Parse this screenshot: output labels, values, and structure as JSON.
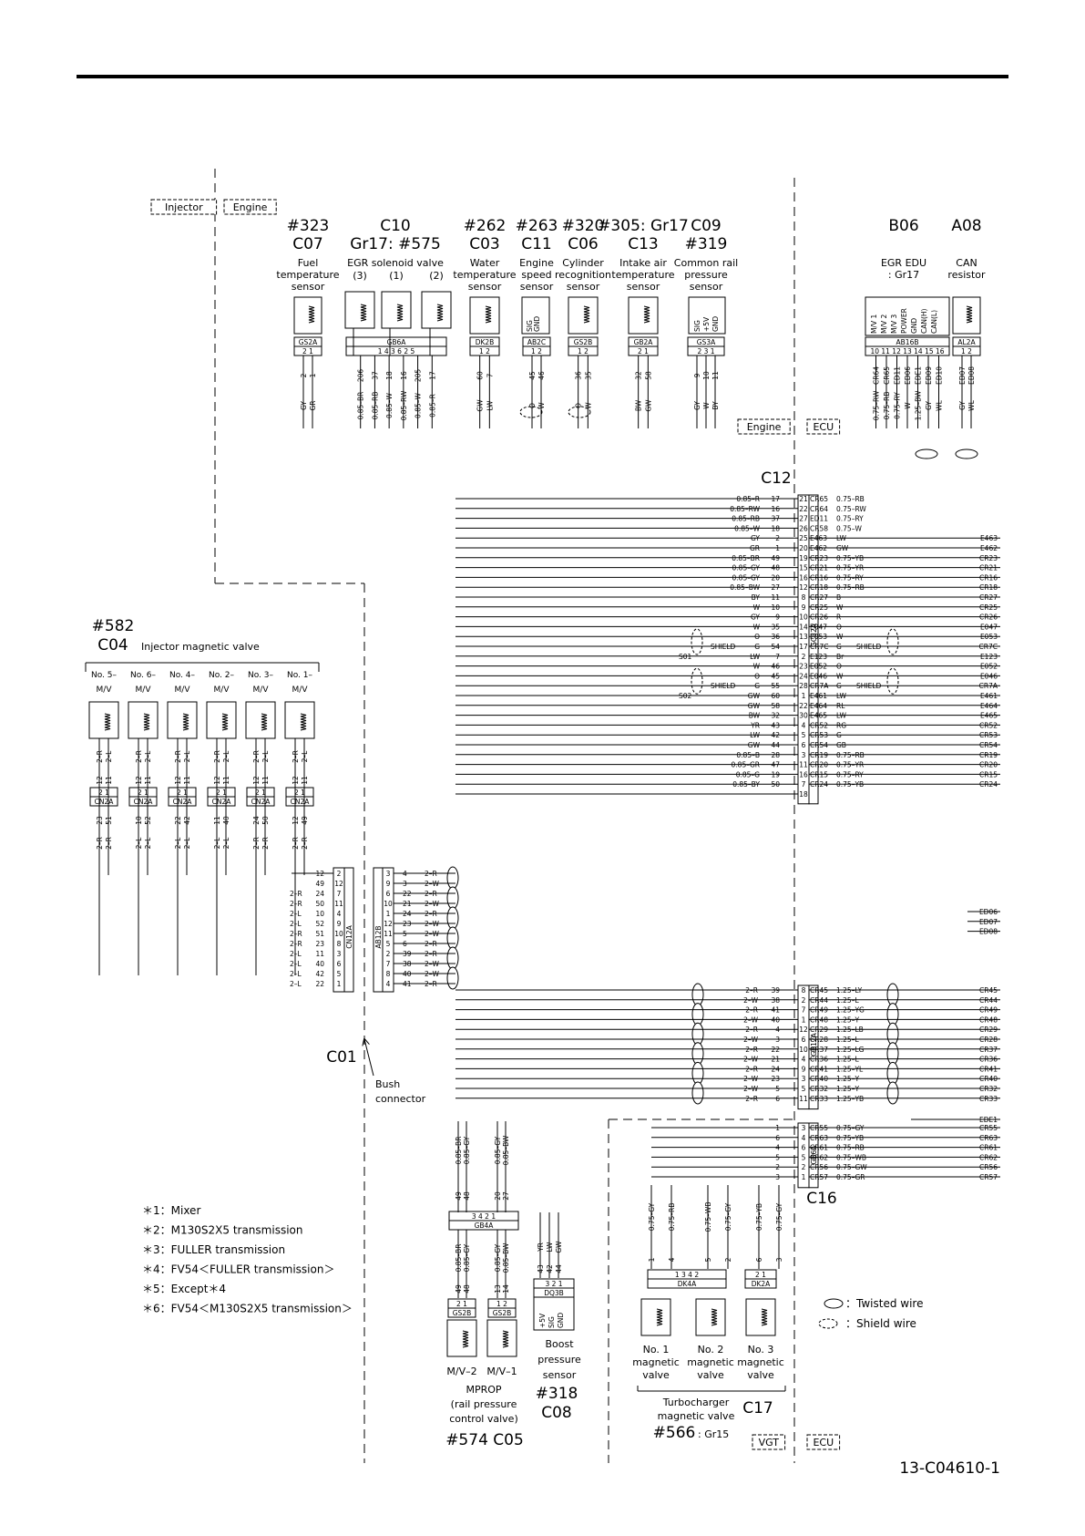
{
  "figure_id": "13-C04610-1",
  "regions": {
    "injector": "Injector",
    "engine_top": "Engine",
    "engine_mid": "Engine",
    "ecu_mid": "ECU",
    "vgt": "VGT",
    "ecu_bottom": "ECU"
  },
  "top_components": [
    {
      "num": "#323",
      "code": "C07",
      "lines": [
        "Fuel",
        "temperature",
        "sensor"
      ],
      "conn": "GS2A",
      "pins": "2  1",
      "wires": [
        "GY",
        "GR"
      ],
      "wnums": [
        "2",
        "1"
      ]
    },
    {
      "num": "C10",
      "code": "Gr17: #575",
      "lines": [
        "EGR solenoid valve"
      ],
      "conn": "GB6A",
      "pins": "1 4     3 6     2 5",
      "subs": [
        "(3)",
        "(1)",
        "(2)"
      ],
      "wires": [
        "0.85–BR",
        "0.85–RB",
        "0.85–W",
        "0.85–RW",
        "0.85–W",
        "0.85–R"
      ],
      "wnums": [
        "206",
        "37",
        "18",
        "16",
        "205",
        "17"
      ]
    },
    {
      "num": "#262",
      "code": "C03",
      "lines": [
        "Water",
        "temperature",
        "sensor"
      ],
      "conn": "DK2B",
      "pins": "1  2",
      "wires": [
        "GW",
        "LW"
      ],
      "wnums": [
        "60",
        "7"
      ]
    },
    {
      "num": "#263",
      "code": "C11",
      "lines": [
        "Engine",
        "speed",
        "sensor"
      ],
      "conn": "AB2C",
      "pins": "1  2",
      "inner": "SIG GND",
      "wires": [
        "O",
        "W"
      ],
      "wnums": [
        "45",
        "46"
      ]
    },
    {
      "num": "#320",
      "code": "C06",
      "lines": [
        "Cylinder",
        "recognition",
        "sensor"
      ],
      "conn": "GS2B",
      "pins": "1  2",
      "wires": [
        "O",
        "W"
      ],
      "wnums": [
        "36",
        "35"
      ]
    },
    {
      "num": "#305",
      "code": "C13",
      "numsuffix": ": Gr17",
      "lines": [
        "Intake air",
        "temperature",
        "sensor"
      ],
      "conn": "GB2A",
      "pins": "2  1",
      "wires": [
        "BW",
        "GW"
      ],
      "wnums": [
        "32",
        "58"
      ]
    },
    {
      "num": "C09",
      "code": "#319",
      "lines": [
        "Common rail",
        "pressure",
        "sensor"
      ],
      "conn": "GS3A",
      "pins": "2  3  1",
      "inner": "SIG +5V GND",
      "wires": [
        "GY",
        "W",
        "BY"
      ],
      "wnums": [
        "9",
        "10",
        "11"
      ]
    },
    {
      "num": "B06",
      "code": "",
      "lines": [
        "EGR EDU",
        ": Gr17"
      ],
      "conn": "AB16B",
      "pins": "10 11 12 13 14 15 16",
      "inner": "M/V 1 M/V 2 M/V 3 POWER GND CAN(H) CAN(L)",
      "wires": [
        "0.75–RW",
        "0.75–RB",
        "0.75–RY",
        "W",
        "1.25–BW",
        "GY",
        "WL"
      ],
      "wnums": [
        "CR64",
        "CR65",
        "ED11",
        "ED06",
        "EDE1",
        "ED09",
        "ED10"
      ]
    },
    {
      "num": "A08",
      "code": "",
      "lines": [
        "CAN",
        "resistor"
      ],
      "conn": "AL2A",
      "pins": "1  2",
      "wires": [
        "GY",
        "WL"
      ],
      "wnums": [
        "ED07",
        "ED08"
      ]
    }
  ],
  "c12": {
    "title": "C12",
    "connector": "GC32A",
    "left_rows": [
      [
        "0.85–R",
        "17",
        "21"
      ],
      [
        "0.85–RW",
        "16",
        "22"
      ],
      [
        "0.85–RB",
        "37",
        "27"
      ],
      [
        "0.85–W",
        "18",
        "26"
      ],
      [
        "GY",
        "2",
        "25"
      ],
      [
        "GR",
        "1",
        "20"
      ],
      [
        "0.85–BR",
        "49",
        "19"
      ],
      [
        "0.85–GY",
        "48",
        "15"
      ],
      [
        "0.85–GY",
        "20",
        "16"
      ],
      [
        "0.85–BW",
        "27",
        "12"
      ],
      [
        "BY",
        "11",
        "8"
      ],
      [
        "W",
        "10",
        "9"
      ],
      [
        "GY",
        "9",
        "10"
      ],
      [
        "W",
        "35",
        "14"
      ],
      [
        "O",
        "36",
        "13"
      ],
      [
        "G",
        "54",
        "17"
      ],
      [
        "LW",
        "7",
        "2"
      ],
      [
        "W",
        "46",
        "23"
      ],
      [
        "O",
        "45",
        "24"
      ],
      [
        "G",
        "55",
        "28"
      ],
      [
        "GW",
        "60",
        "1"
      ],
      [
        "GW",
        "58",
        "22"
      ],
      [
        "BW",
        "32",
        "30"
      ],
      [
        "YR",
        "43",
        "4"
      ],
      [
        "LW",
        "42",
        "5"
      ],
      [
        "GW",
        "44",
        "6"
      ],
      [
        "0.85–B",
        "28",
        "3"
      ],
      [
        "0.85–GR",
        "47",
        "11"
      ],
      [
        "0.85–G",
        "19",
        "16"
      ],
      [
        "0.85–BY",
        "50",
        "7"
      ],
      [
        "",
        "",
        "18"
      ]
    ],
    "right_rows": [
      [
        "CR65",
        "0.75–RB",
        ""
      ],
      [
        "CR64",
        "0.75–RW",
        ""
      ],
      [
        "ED11",
        "0.75–RY",
        ""
      ],
      [
        "CR58",
        "0.75–W",
        ""
      ],
      [
        "E463",
        "LW",
        "E463"
      ],
      [
        "E462",
        "GW",
        "E462"
      ],
      [
        "CR23",
        "0.75–YB",
        "CR23"
      ],
      [
        "CR21",
        "0.75–YR",
        "CR21"
      ],
      [
        "CR16",
        "0.75–RY",
        "CR16"
      ],
      [
        "CR18",
        "0.75–RB",
        "CR18"
      ],
      [
        "CR27",
        "B",
        "CR27"
      ],
      [
        "CR25",
        "W",
        "CR25"
      ],
      [
        "CR26",
        "R",
        "CR26"
      ],
      [
        "E047",
        "O",
        "E047"
      ],
      [
        "E053",
        "W",
        "E053"
      ],
      [
        "CR7C",
        "G",
        "CR7C"
      ],
      [
        "E123",
        "Br",
        "E123"
      ],
      [
        "E052",
        "O",
        "E052"
      ],
      [
        "E046",
        "W",
        "E046"
      ],
      [
        "CR7A",
        "G",
        "CR7A"
      ],
      [
        "E461",
        "LW",
        "E461"
      ],
      [
        "E464",
        "RL",
        "E464"
      ],
      [
        "E465",
        "LW",
        "E465"
      ],
      [
        "CR52",
        "RG",
        "CR52"
      ],
      [
        "CR53",
        "G",
        "CR53"
      ],
      [
        "CR54",
        "GB",
        "CR54"
      ],
      [
        "CR19",
        "0.75–RB",
        "CR19"
      ],
      [
        "CR20",
        "0.75–YR",
        "CR20"
      ],
      [
        "CR15",
        "0.75–RY",
        "CR15"
      ],
      [
        "CR24",
        "0.75–YB",
        "CR24"
      ],
      [
        "",
        "",
        ""
      ]
    ],
    "shield": "SHIELD",
    "s01": "S01",
    "s02": "S02"
  },
  "ed_labels": [
    "ED06",
    "ED07",
    "ED08"
  ],
  "c04": {
    "num": "#582",
    "code": "C04",
    "title": "Injector magnetic valve",
    "valves": [
      {
        "name": "No. 5–",
        "sub": "M/V",
        "conn": "CN2A",
        "pins": "2  1",
        "top": [
          "2–R",
          "2–L"
        ],
        "tnums": [
          "12",
          "11"
        ],
        "bnums": [
          "23",
          "51"
        ],
        "bot": [
          "2–R",
          "2–R"
        ]
      },
      {
        "name": "No. 6–",
        "sub": "M/V",
        "conn": "CN2A",
        "pins": "2  1",
        "top": [
          "2–R",
          "2–L"
        ],
        "tnums": [
          "12",
          "11"
        ],
        "bnums": [
          "10",
          "52"
        ],
        "bot": [
          "2–L",
          "2–L"
        ]
      },
      {
        "name": "No. 4–",
        "sub": "M/V",
        "conn": "CN2A",
        "pins": "2  1",
        "top": [
          "2–R",
          "2–L"
        ],
        "tnums": [
          "12",
          "11"
        ],
        "bnums": [
          "22",
          "42"
        ],
        "bot": [
          "2–L",
          "2–L"
        ]
      },
      {
        "name": "No. 2–",
        "sub": "M/V",
        "conn": "CN2A",
        "pins": "2  1",
        "top": [
          "2–R",
          "2–L"
        ],
        "tnums": [
          "12",
          "11"
        ],
        "bnums": [
          "11",
          "40"
        ],
        "bot": [
          "2–L",
          "2–L"
        ]
      },
      {
        "name": "No. 3–",
        "sub": "M/V",
        "conn": "CN2A",
        "pins": "2  1",
        "top": [
          "2–R",
          "2–L"
        ],
        "tnums": [
          "12",
          "11"
        ],
        "bnums": [
          "24",
          "50"
        ],
        "bot": [
          "2–R",
          "2–R"
        ]
      },
      {
        "name": "No. 1–",
        "sub": "M/V",
        "conn": "CN2A",
        "pins": "2  1",
        "top": [
          "2–R",
          "2–L"
        ],
        "tnums": [
          "12",
          "11"
        ],
        "bnums": [
          "12",
          "49"
        ],
        "bot": [
          "2–R",
          "2–R"
        ]
      }
    ]
  },
  "c01": {
    "title": "C01",
    "conn_left": "CN12A",
    "conn_right": "AB12B",
    "bush": [
      "Bush",
      "connector"
    ],
    "left_rows": [
      [
        "",
        "12",
        "2"
      ],
      [
        "",
        "49",
        "12"
      ],
      [
        "2–R",
        "24",
        "7"
      ],
      [
        "2–R",
        "50",
        "11"
      ],
      [
        "2–L",
        "10",
        "4"
      ],
      [
        "2–L",
        "52",
        "9"
      ],
      [
        "2–R",
        "51",
        "10"
      ],
      [
        "2–R",
        "23",
        "8"
      ],
      [
        "2–L",
        "11",
        "3"
      ],
      [
        "2–L",
        "40",
        "6"
      ],
      [
        "2–L",
        "42",
        "5"
      ],
      [
        "2–L",
        "22",
        "1"
      ]
    ],
    "right_rows": [
      [
        "3",
        "4",
        "2–R"
      ],
      [
        "9",
        "3",
        "2–W"
      ],
      [
        "6",
        "22",
        "2–R"
      ],
      [
        "10",
        "21",
        "2–W"
      ],
      [
        "1",
        "24",
        "2–R"
      ],
      [
        "12",
        "23",
        "2–W"
      ],
      [
        "11",
        "5",
        "2–W"
      ],
      [
        "5",
        "6",
        "2–R"
      ],
      [
        "2",
        "39",
        "2–R"
      ],
      [
        "7",
        "38",
        "2–W"
      ],
      [
        "8",
        "40",
        "2–W"
      ],
      [
        "4",
        "41",
        "2–R"
      ]
    ]
  },
  "gb12a": {
    "connector": "GB12A",
    "left_rows": [
      [
        "2–R",
        "39",
        "8"
      ],
      [
        "2–W",
        "38",
        "2"
      ],
      [
        "2–R",
        "41",
        "7"
      ],
      [
        "2–W",
        "40",
        "1"
      ],
      [
        "2–R",
        "4",
        "12"
      ],
      [
        "2–W",
        "3",
        "6"
      ],
      [
        "2–R",
        "22",
        "10"
      ],
      [
        "2–W",
        "21",
        "4"
      ],
      [
        "2–R",
        "24",
        "9"
      ],
      [
        "2–W",
        "23",
        "3"
      ],
      [
        "2–W",
        "5",
        "5"
      ],
      [
        "2–R",
        "6",
        "11"
      ]
    ],
    "right_rows": [
      [
        "CR45",
        "1.25–LY",
        "CR45"
      ],
      [
        "CR44",
        "1.25–L",
        "CR44"
      ],
      [
        "CR49",
        "1.25–YG",
        "CR49"
      ],
      [
        "CR48",
        "1.25–Y",
        "CR48"
      ],
      [
        "CR29",
        "1.25–LB",
        "CR29"
      ],
      [
        "CR28",
        "1.25–L",
        "CR28"
      ],
      [
        "CR37",
        "1.25–LG",
        "CR37"
      ],
      [
        "CR36",
        "1.25–L",
        "CR36"
      ],
      [
        "CR41",
        "1.25–YL",
        "CR41"
      ],
      [
        "CR40",
        "1.25–Y",
        "CR40"
      ],
      [
        "CR32",
        "1.25–Y",
        "CR32"
      ],
      [
        "CR33",
        "1.25–YB",
        "CR33"
      ]
    ]
  },
  "ede1": "EDE1",
  "c16": {
    "title": "C16",
    "connector": "GB6A",
    "left_rows": [
      [
        "1",
        "3"
      ],
      [
        "6",
        "4"
      ],
      [
        "4",
        "6"
      ],
      [
        "5",
        "5"
      ],
      [
        "2",
        "2"
      ],
      [
        "3",
        "1"
      ]
    ],
    "right_rows": [
      [
        "CR55",
        "0.75–GY",
        "CR55"
      ],
      [
        "CR63",
        "0.75–YB",
        "CR63"
      ],
      [
        "CR61",
        "0.75–RB",
        "CR61"
      ],
      [
        "CR62",
        "0.75–WB",
        "CR62"
      ],
      [
        "CR56",
        "0.75–GW",
        "CR56"
      ],
      [
        "CR57",
        "0.75–GR",
        "CR57"
      ]
    ]
  },
  "c17": {
    "title": "C17",
    "caption": [
      "Turbocharger",
      "magnetic valve"
    ],
    "num": "#566",
    "suffix": ": Gr15",
    "conn_a": "DK4A",
    "pins_a": "1 3       4 2",
    "conn_b": "DK2A",
    "pins_b": "2  1",
    "wires": [
      "0.75–GY",
      "0.75–RB",
      "0.75–WB",
      "0.75–GY",
      "0.75–YB",
      "0.75–GY"
    ],
    "wnums": [
      "1",
      "4",
      "5",
      "2",
      "6",
      "3"
    ],
    "valves": [
      [
        "No. 1",
        "magnetic",
        "valve"
      ],
      [
        "No. 2",
        "magnetic",
        "valve"
      ],
      [
        "No. 3",
        "magnetic",
        "valve"
      ]
    ]
  },
  "c05": {
    "conn": "GB4A",
    "pins": "3  4        2  1",
    "top_wires": [
      "0.85–BR",
      "0.85–GY",
      "0.85–GY",
      "0.85–BW"
    ],
    "top_nums": [
      "49",
      "48",
      "20",
      "27"
    ],
    "bot_wires": [
      "0.85–BR",
      "0.85–GY",
      "0.85–GY",
      "0.85–BW"
    ],
    "bot_nums": [
      "49",
      "48",
      "13",
      "14"
    ],
    "sub_conn": [
      "GS2B",
      "GS2B"
    ],
    "sub_pins": [
      "2  1",
      "1  2"
    ],
    "labels": [
      "M/V–2",
      "M/V–1"
    ],
    "caption": [
      "MPROP",
      "(rail pressure",
      "control valve)"
    ],
    "ref": "#574 C05"
  },
  "c08": {
    "conn": "DQ3B",
    "pins": "3 2 1",
    "inner": "+5V SIG GND",
    "wires": [
      "YR",
      "LW",
      "GW"
    ],
    "wnums": [
      "43",
      "42",
      "44"
    ],
    "caption": [
      "Boost",
      "pressure",
      "sensor"
    ],
    "num": "#318",
    "code": "C08"
  },
  "notes": [
    "＊1：Mixer",
    "＊2：M130S2X5 transmission",
    "＊3：FULLER transmission",
    "＊4：FV54＜FULLER transmission＞",
    "＊5：Except＊4",
    "＊6：FV54＜M130S2X5 transmission＞"
  ],
  "legend": {
    "twisted": "：Twisted wire",
    "shield": "：Shield wire"
  }
}
